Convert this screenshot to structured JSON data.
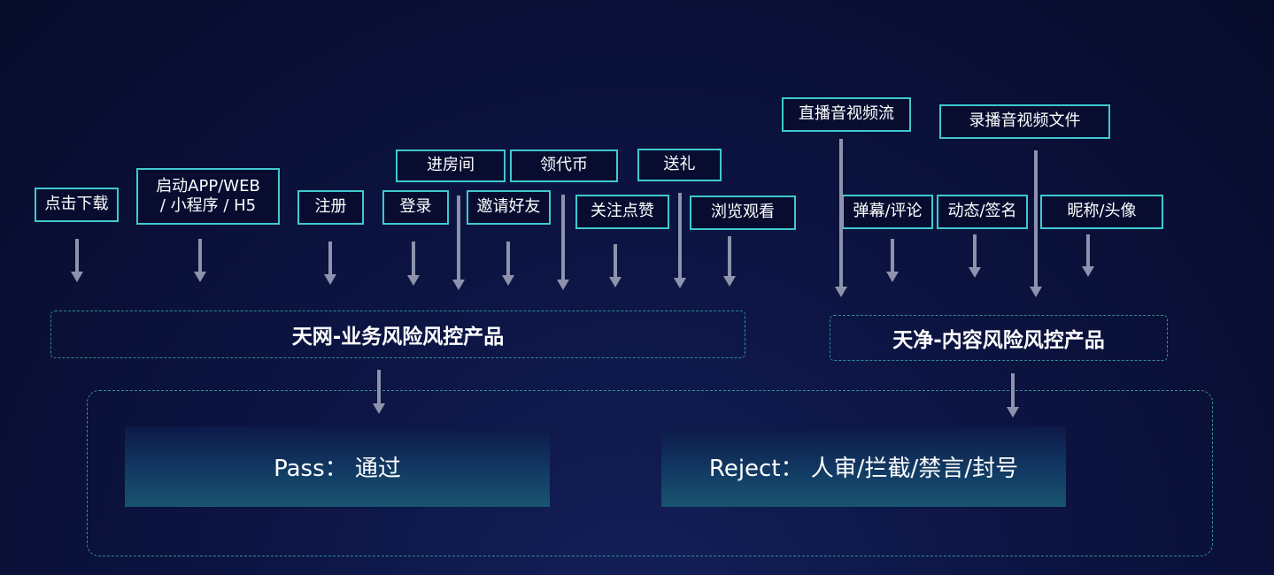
{
  "business_inputs": [
    {
      "id": "download",
      "label": "点击下载"
    },
    {
      "id": "launch",
      "line1": "启动APP/WEB",
      "line2": "/ 小程序 / H5"
    },
    {
      "id": "register",
      "label": "注册"
    },
    {
      "id": "login",
      "label": "登录"
    },
    {
      "id": "enter-room",
      "label": "进房间"
    },
    {
      "id": "invite",
      "label": "邀请好友"
    },
    {
      "id": "claim-coins",
      "label": "领代币"
    },
    {
      "id": "follow-like",
      "label": "关注点赞"
    },
    {
      "id": "gift",
      "label": "送礼"
    },
    {
      "id": "browse",
      "label": "浏览观看"
    }
  ],
  "content_inputs": [
    {
      "id": "live-stream",
      "label": "直播音视频流"
    },
    {
      "id": "recorded-file",
      "label": "录播音视频文件"
    },
    {
      "id": "danmaku",
      "label": "弹幕/评论"
    },
    {
      "id": "status",
      "label": "动态/签名"
    },
    {
      "id": "nickname",
      "label": "昵称/头像"
    }
  ],
  "products": {
    "business": "天网-业务风险风控产品",
    "content": "天净-内容风险风控产品"
  },
  "results": {
    "pass": "Pass： 通过",
    "reject": "Reject： 人审/拦截/禁言/封号"
  },
  "colors": {
    "background": "#0a1038",
    "tag_border": "#3fc9cf",
    "dashed_border": "#2f8f95",
    "arrow": "#8d93ad"
  }
}
